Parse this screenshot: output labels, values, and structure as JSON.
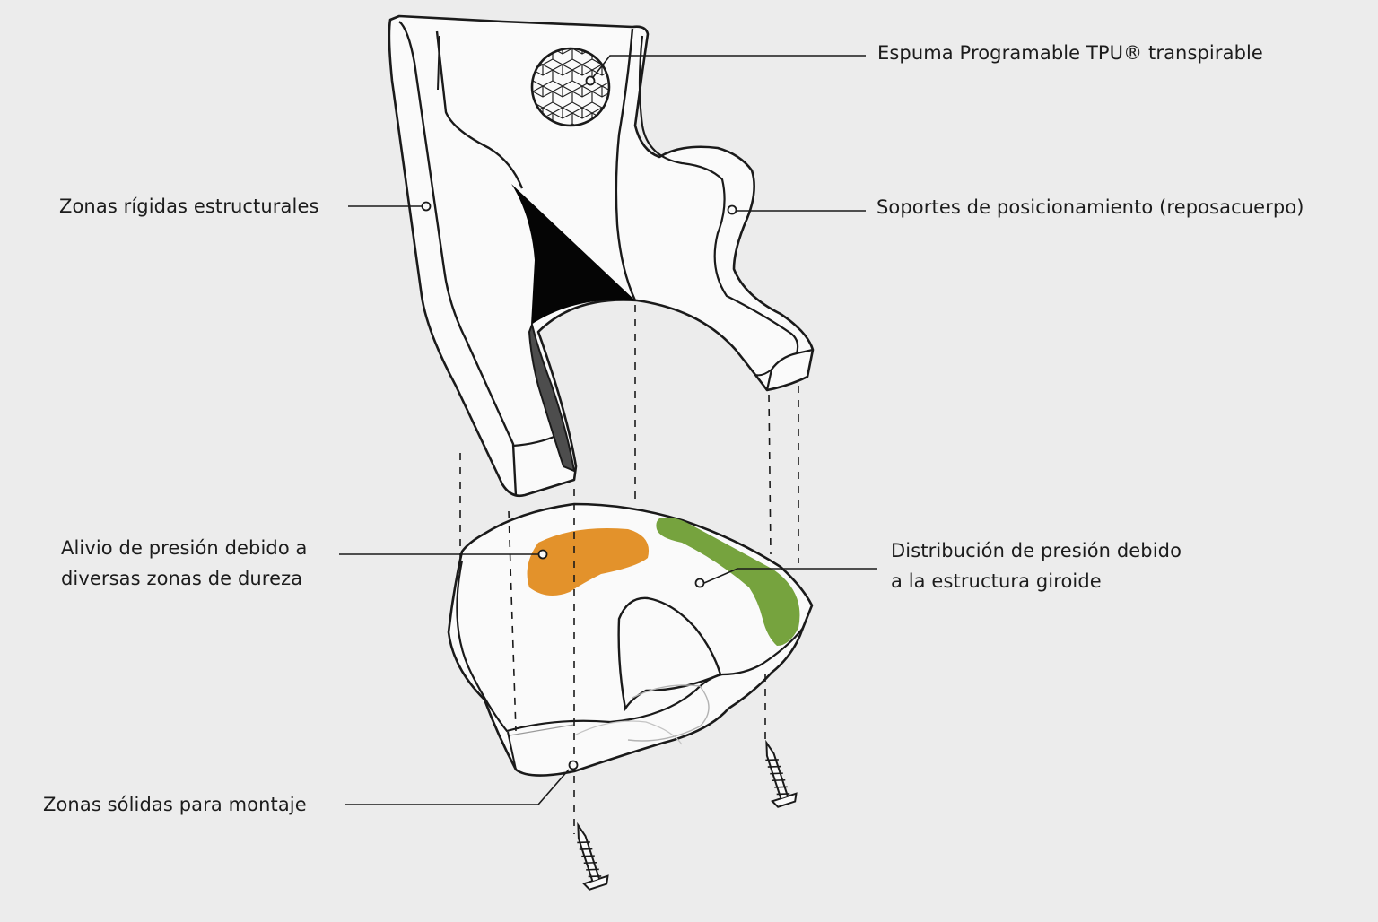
{
  "callouts": {
    "foam": "Espuma Programable TPU® transpirable",
    "rigid_zones": "Zonas rígidas estructurales",
    "positioning_supports": "Soportes de posicionamiento (reposacuerpo)",
    "pressure_relief": {
      "line1": "Alivio de presión debido a",
      "line2": "diversas zonas de dureza"
    },
    "pressure_distribution": {
      "line1": "Distribución de presión debido",
      "line2": "a la estructura giroide"
    },
    "mounting_zones": "Zonas sólidas para montaje"
  },
  "colors": {
    "background": "#ececec",
    "outline": "#1a1a1a",
    "part_fill": "#fafafa",
    "orange_zone": "#e3922b",
    "green_zone": "#76a33e"
  },
  "icons": [
    "gyroid-lattice-icon",
    "screw-icon",
    "screw-icon"
  ]
}
